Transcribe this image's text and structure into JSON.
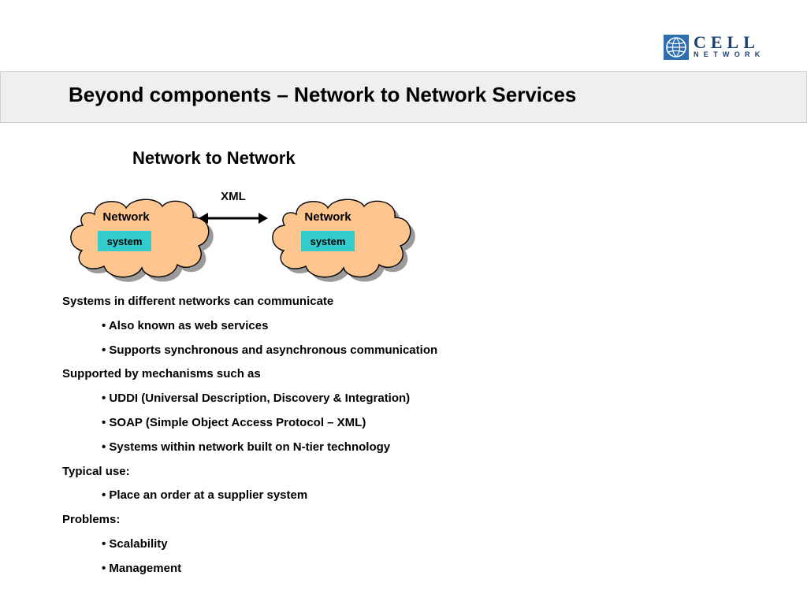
{
  "logo": {
    "word": "CELL",
    "subword": "NETWORK",
    "color": "#1b3f6e"
  },
  "title": "Beyond components – Network to Network Services",
  "diagram": {
    "title": "Network to Network",
    "arrow_label": "XML",
    "clouds": [
      {
        "label": "Network",
        "box_label": "system"
      },
      {
        "label": "Network",
        "box_label": "system"
      }
    ],
    "colors": {
      "cloud": "#fec58e",
      "system_box": "#33cccc",
      "shadow": "#9a9a9a"
    }
  },
  "lines": [
    {
      "text": "Systems in different networks can communicate",
      "level": 0
    },
    {
      "text": "• Also known as web services",
      "level": 1
    },
    {
      "text": "• Supports synchronous and asynchronous communication",
      "level": 1
    },
    {
      "text": "Supported by mechanisms such as",
      "level": 0
    },
    {
      "text": "• UDDI (Universal Description, Discovery & Integration)",
      "level": 1
    },
    {
      "text": "• SOAP (Simple Object Access Protocol – XML)",
      "level": 1
    },
    {
      "text": "• Systems within network built on N-tier technology",
      "level": 1
    },
    {
      "text": "Typical use:",
      "level": 0
    },
    {
      "text": "• Place an order at a supplier system",
      "level": 1
    },
    {
      "text": "Problems:",
      "level": 0
    },
    {
      "text": "• Scalability",
      "level": 1
    },
    {
      "text": "• Management",
      "level": 1
    }
  ]
}
